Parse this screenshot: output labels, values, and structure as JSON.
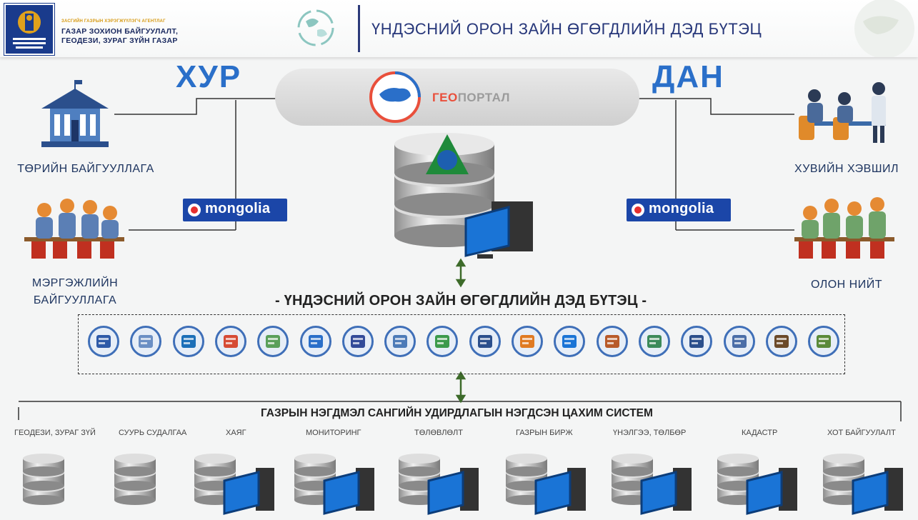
{
  "header": {
    "agency_top": "ЗАСГИЙН ГАЗРЫН ХЭРЭГЖҮҮЛЭГЧ АГЕНТЛАГ",
    "agency_line1": "ГАЗАР ЗОХИОН БАЙГУУЛАЛТ,",
    "agency_line2": "ГЕОДЕЗИ, ЗУРАГ ЗҮЙН ГАЗАР",
    "title": "ҮНДЭСНИЙ ОРОН ЗАЙН ӨГӨГДЛИЙН ДЭД БҮТЭЦ"
  },
  "left": {
    "brand": "ХУР",
    "gov_label": "ТӨРИЙН БАЙГУУЛЛАГА",
    "pro_label_1": "МЭРГЭЖЛИЙН",
    "pro_label_2": "БАЙГУУЛЛАГА",
    "emongolia": "mongolia"
  },
  "right": {
    "brand": "ДАН",
    "private_label": "ХУВИЙН ХЭВШИЛ",
    "public_label": "ОЛОН НИЙТ",
    "emongolia": "mongolia"
  },
  "portal": {
    "geo": "ГЕО",
    "portal": "ПОРТАЛ"
  },
  "nsdi_title": "- ҮНДЭСНИЙ ОРОН ЗАЙН ӨГӨГДЛИЙН ДЭД БҮТЭЦ -",
  "layers": [
    "map-layer-icon",
    "buildings-icon",
    "water-icon",
    "land-parcel-icon",
    "people-icon",
    "transport-icon",
    "boundary-icon",
    "geodesy-icon",
    "environment-icon",
    "road-icon",
    "road-cone-icon",
    "location-pin-icon",
    "agriculture-icon",
    "mountain-icon",
    "infrastructure-icon",
    "city-icon",
    "soil-icon",
    "terrain-3d-icon"
  ],
  "system_title": "ГАЗРЫН НЭГДМЭЛ САНГИЙН УДИРДЛАГЫН НЭГДСЭН ЦАХИМ СИСТЕМ",
  "subsystems": [
    "ГЕОДЕЗИ, ЗУРАГ ЗҮЙ",
    "СУУРЬ СУДАЛГАА",
    "ХАЯГ",
    "МОНИТОРИНГ",
    "ТӨЛӨВЛӨЛТ",
    "ГАЗРЫН БИРЖ",
    "ҮНЭЛГЭЭ, ТӨЛБӨР",
    "КАДАСТР",
    "ХОТ БАЙГУУЛАЛТ"
  ],
  "colors": {
    "brand_blue": "#1a3b8c",
    "accent_red": "#e94f3b",
    "emongolia_blue": "#1b46a8",
    "arrow_green": "#3d6b2a"
  }
}
